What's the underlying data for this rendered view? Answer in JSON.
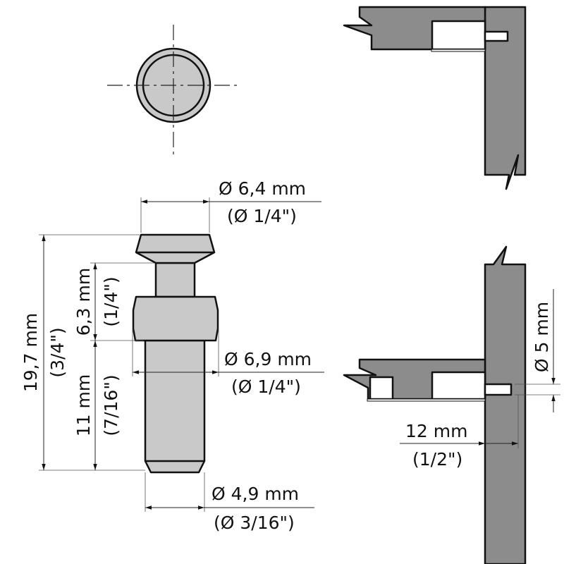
{
  "title": "Shelf support pin dimension drawing",
  "dimensions": {
    "head_diameter": {
      "metric": "Ø 6,4 mm",
      "imperial": "(Ø 1/4\")"
    },
    "collar_diameter": {
      "metric": "Ø 6,9 mm",
      "imperial": "(Ø 1/4\")"
    },
    "shaft_diameter": {
      "metric": "Ø 4,9 mm",
      "imperial": "(Ø 3/16\")"
    },
    "total_length": {
      "metric": "19,7 mm",
      "imperial": "(3/4\")"
    },
    "neck_length": {
      "metric": "6,3 mm",
      "imperial": "(1/4\")"
    },
    "shaft_length": {
      "metric": "11 mm",
      "imperial": "(7/16\")"
    },
    "hole_diameter": {
      "metric": "Ø 5 mm"
    },
    "hole_depth": {
      "metric": "12 mm",
      "imperial": "(1/2\")"
    }
  },
  "colors": {
    "pin": "#c9c9c9",
    "panel": "#8c8c8c"
  }
}
